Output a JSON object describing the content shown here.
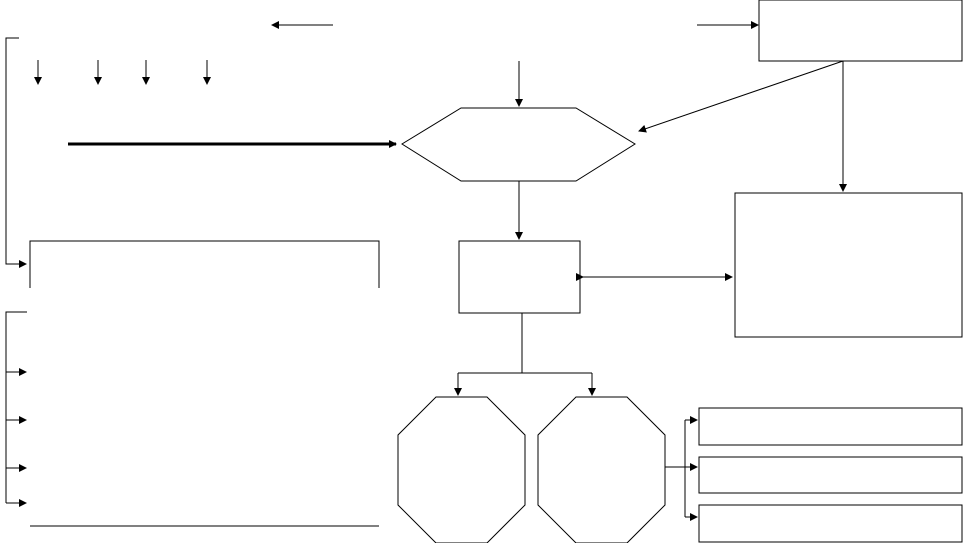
{
  "diagram": {
    "type": "flowchart",
    "line_color": "#000000",
    "background": "#ffffff",
    "nodes": [
      {
        "id": "top-right-box",
        "shape": "rectangle",
        "label": ""
      },
      {
        "id": "center-hexagon",
        "shape": "hexagon",
        "label": ""
      },
      {
        "id": "center-box",
        "shape": "rectangle",
        "label": ""
      },
      {
        "id": "right-large-box",
        "shape": "rectangle",
        "label": ""
      },
      {
        "id": "left-bracket-box",
        "shape": "open-bracket",
        "label": ""
      },
      {
        "id": "octagon-left",
        "shape": "octagon",
        "label": ""
      },
      {
        "id": "octagon-right",
        "shape": "octagon",
        "label": ""
      },
      {
        "id": "small-box-1",
        "shape": "rectangle",
        "label": ""
      },
      {
        "id": "small-box-2",
        "shape": "rectangle",
        "label": ""
      },
      {
        "id": "small-box-3",
        "shape": "rectangle",
        "label": ""
      }
    ],
    "edges": [
      {
        "from": "top-right-box",
        "to": "center-hexagon"
      },
      {
        "from": "top-right-box",
        "to": "right-large-box"
      },
      {
        "from": "center-hexagon",
        "to": "center-box"
      },
      {
        "from": "center-box",
        "to": "right-large-box",
        "bidirectional": true
      },
      {
        "from": "center-box",
        "to": "octagon-left"
      },
      {
        "from": "center-box",
        "to": "octagon-right"
      },
      {
        "from": "octagon-right",
        "to": "small-box-1"
      },
      {
        "from": "octagon-right",
        "to": "small-box-2"
      },
      {
        "from": "octagon-right",
        "to": "small-box-3"
      }
    ]
  }
}
